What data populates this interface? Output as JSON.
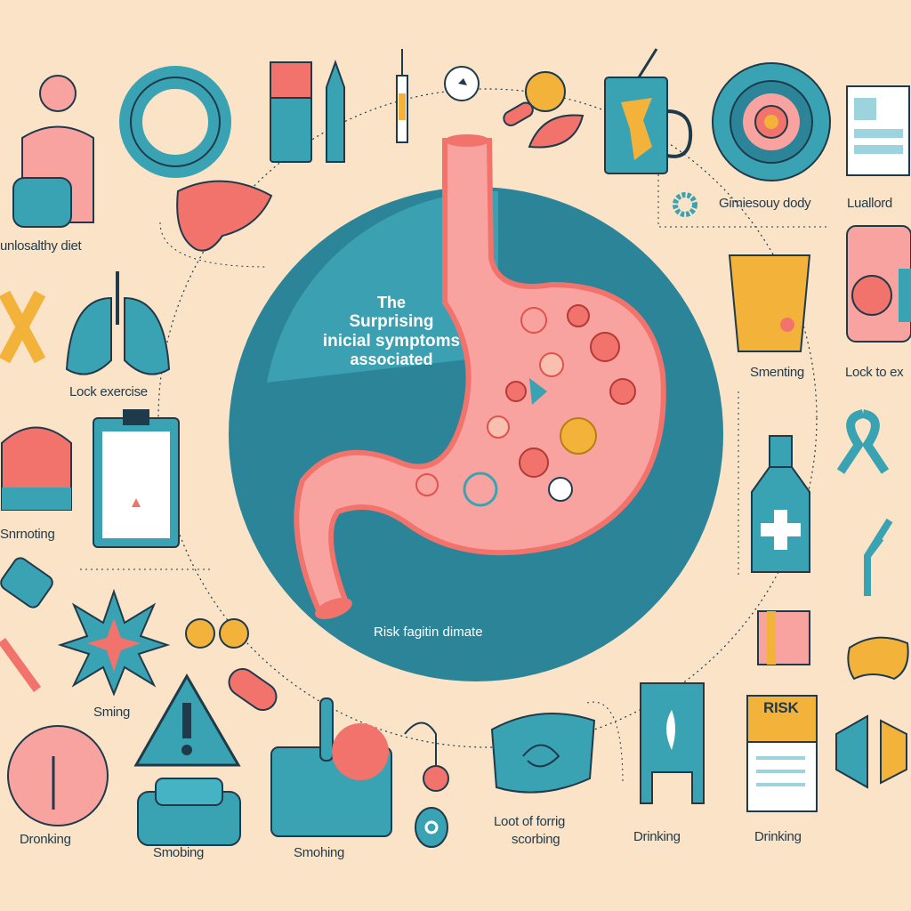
{
  "title": {
    "line1": "The",
    "line2": "Surprising",
    "line3": "inicial symptoms",
    "line4": "associated"
  },
  "subtitle": "Risk fagitin dimate",
  "labels": {
    "unhealthy_diet": "unlosalthy diet",
    "gimiesouy": "Gimiesouy dody",
    "luallord": "Luallord",
    "lack_exercise": "Lock exercise",
    "smenting": "Smenting",
    "lock_to_ex": "Lock to ex",
    "snrnoting": "Snrnoting",
    "sming": "Sming",
    "dronking": "Dronking",
    "smobing": "Smobing",
    "smohing": "Smohing",
    "loot_line1": "Loot of forrig",
    "loot_line2": "scorbing",
    "drinking1": "Drinking",
    "drinking2": "Drinking",
    "risk_card": "RISK"
  },
  "colors": {
    "background": "#fbe3c8",
    "teal": "#3aa3b3",
    "teal_dark": "#2b8497",
    "coral": "#f2736b",
    "pink": "#f9a3a0",
    "orange": "#f3b23a",
    "navy": "#1f3a4a"
  }
}
